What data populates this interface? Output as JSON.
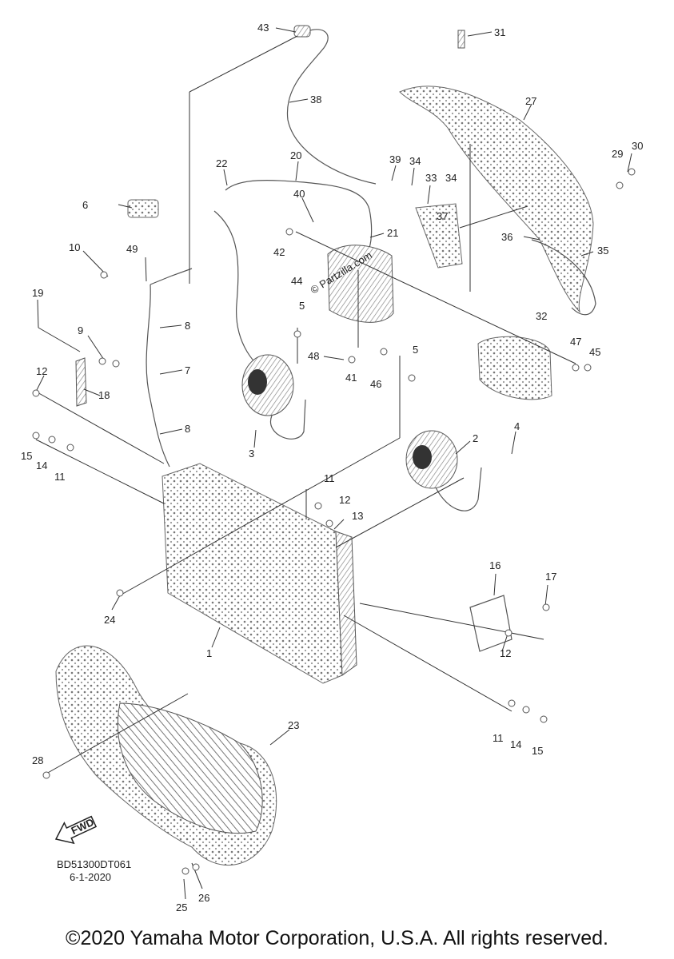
{
  "watermark": "© Partzilla.com",
  "diagram_code": "BD51300DT061",
  "diagram_date": "6-1-2020",
  "fwd_label": "FWD",
  "copyright": "©2020 Yamaha Motor Corporation, U.S.A. All rights reserved.",
  "callouts": [
    "43",
    "38",
    "31",
    "27",
    "22",
    "20",
    "39",
    "34",
    "33",
    "34",
    "30",
    "29",
    "6",
    "40",
    "37",
    "21",
    "42",
    "36",
    "35",
    "10",
    "49",
    "44",
    "5",
    "19",
    "8",
    "32",
    "47",
    "45",
    "9",
    "48",
    "41",
    "46",
    "5",
    "7",
    "12",
    "18",
    "8",
    "4",
    "2",
    "3",
    "15",
    "14",
    "11",
    "11",
    "12",
    "13",
    "16",
    "17",
    "24",
    "1",
    "12",
    "23",
    "11",
    "14",
    "15",
    "28",
    "25",
    "26"
  ]
}
